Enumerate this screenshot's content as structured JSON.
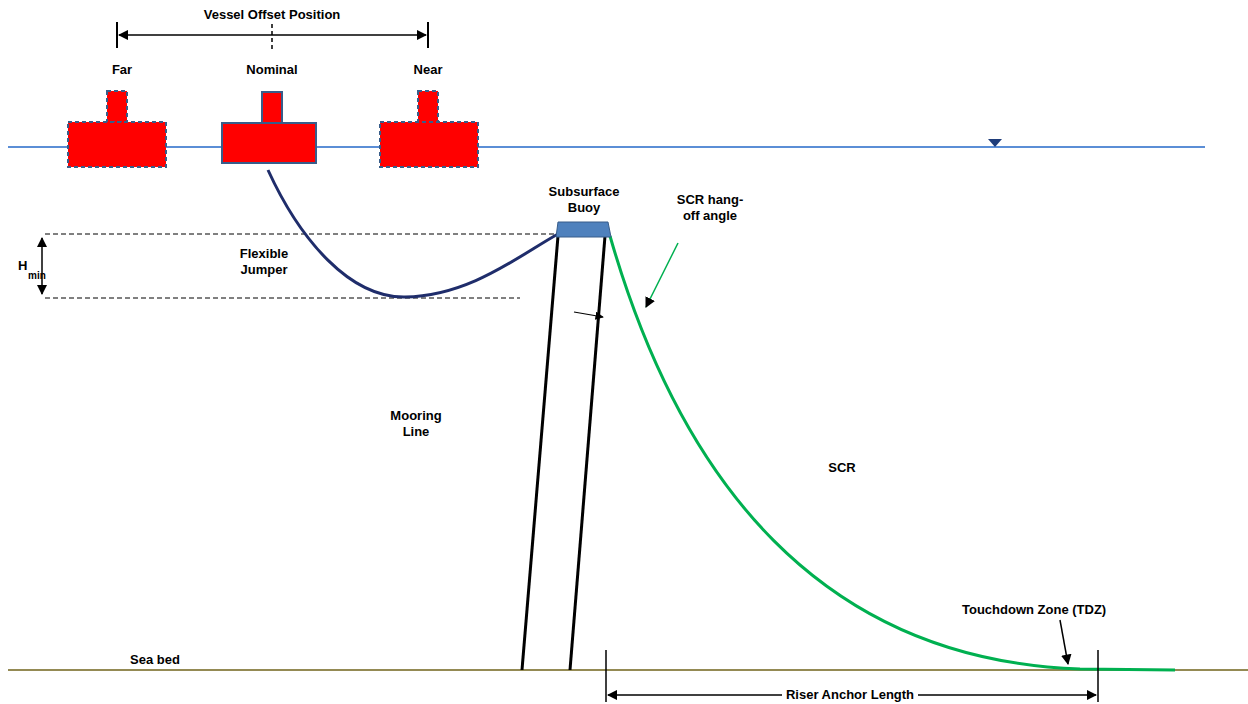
{
  "diagram": {
    "labels": [
      "Vessel Offset Position",
      "Far",
      "Nominal",
      "Near",
      "Subsurface Buoy",
      "H",
      "min",
      "Flexible Jumper",
      "SCR hang-off angle",
      "Mooring Line",
      "SCR",
      "Touchdown Zone (TDZ)",
      "Sea bed",
      "Riser Anchor Length"
    ]
  }
}
